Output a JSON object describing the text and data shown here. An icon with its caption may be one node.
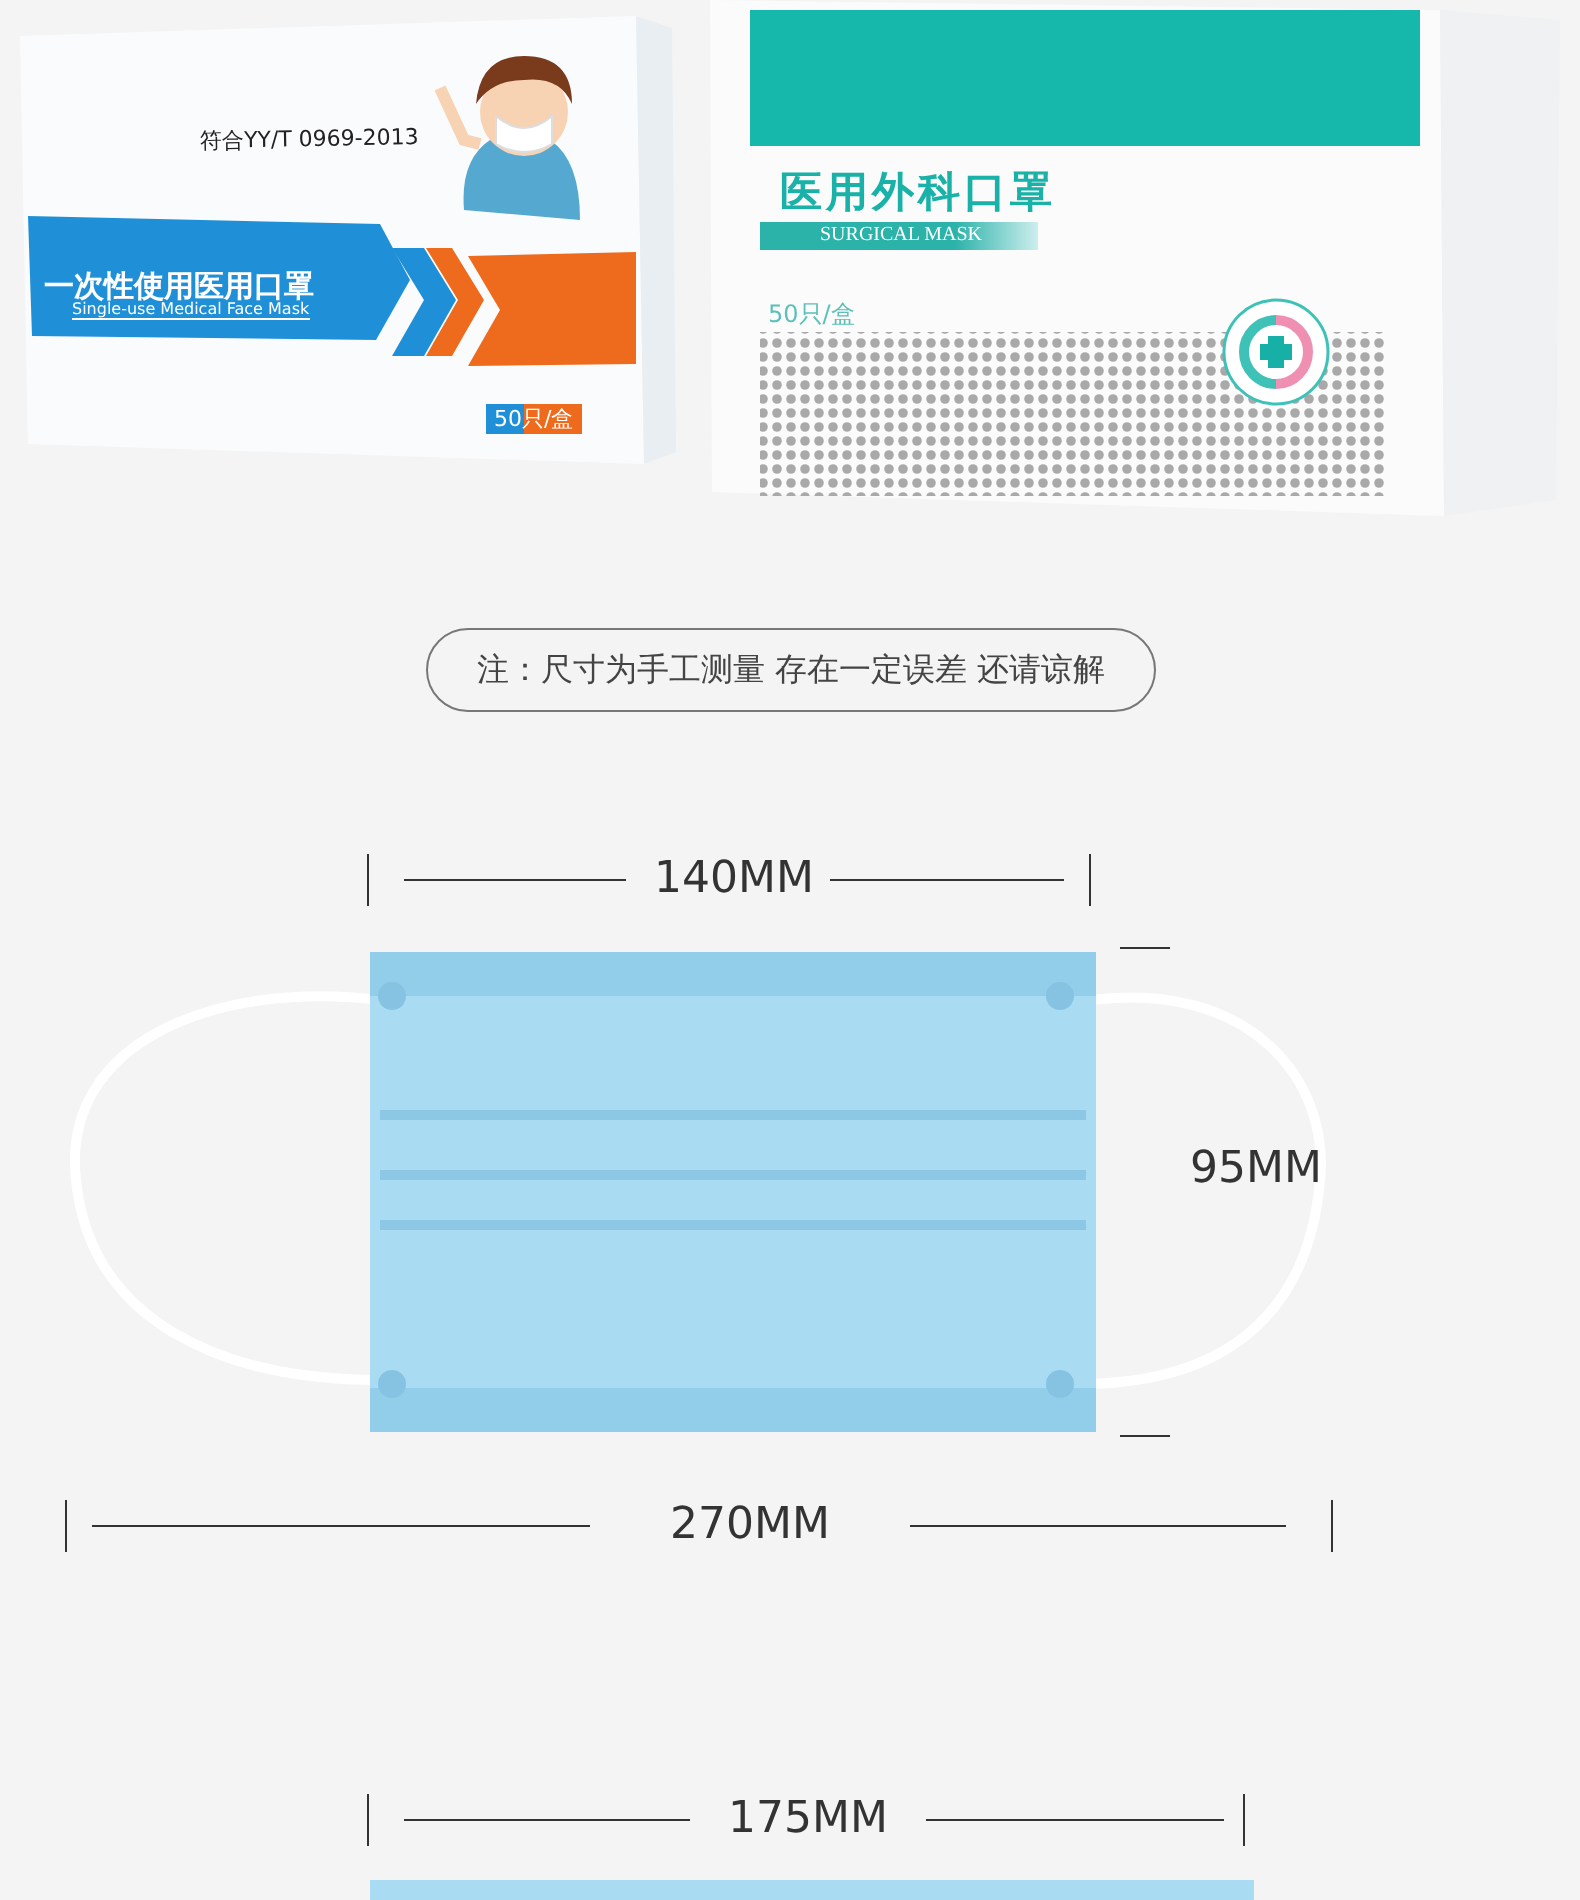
{
  "diagram": {
    "nodes": [
      {
        "text": [
          "注：尺寸为手工测量 存在一定误差 还请谅解"
        ]
      }
    ],
    "labels": [
      "符合YY/T 0969-2013",
      "一次性使用医用口罩",
      "Single-use Medical Face Mask",
      "50只/盒",
      "医用外科口罩",
      "SURGICAL MASK",
      "50只/盒",
      "140MM",
      "95MM",
      "270MM",
      "175MM"
    ]
  }
}
